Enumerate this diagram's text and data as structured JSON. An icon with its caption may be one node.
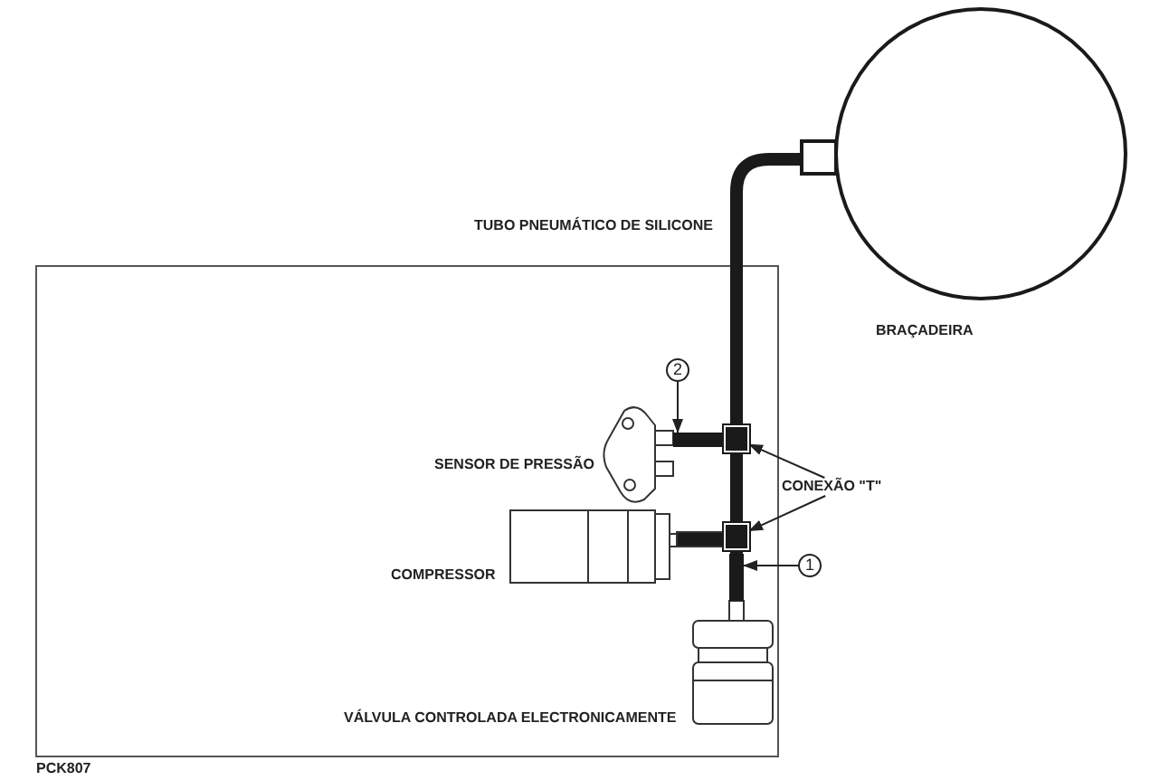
{
  "diagram": {
    "nodes": [
      {
        "text": [
          "2"
        ]
      },
      {
        "text": [],
        "shape": "bar"
      },
      {
        "text": [],
        "shape": "box"
      },
      {
        "text": [],
        "shape": "box"
      },
      {
        "text": [
          "CONEXÃO \"T\""
        ]
      },
      {
        "text": [
          "1"
        ]
      },
      {
        "text": [],
        "shape": "bar"
      }
    ],
    "edges": [
      {
        "from": 0,
        "to": 1,
        "arrow": "to"
      },
      {
        "from": 4,
        "to": 2,
        "arrow": "to"
      },
      {
        "from": 4,
        "to": 3,
        "arrow": "to"
      },
      {
        "from": 5,
        "to": 6,
        "arrow": "to"
      }
    ],
    "labels": [
      "TUBO PNEUMÁTICO DE SILICONE",
      "BRAÇADEIRA",
      "SENSOR DE PRESSÃO",
      "COMPRESSOR",
      "VÁLVULA CONTROLADA ELECTRONICAMENTE",
      "PCK807"
    ]
  }
}
